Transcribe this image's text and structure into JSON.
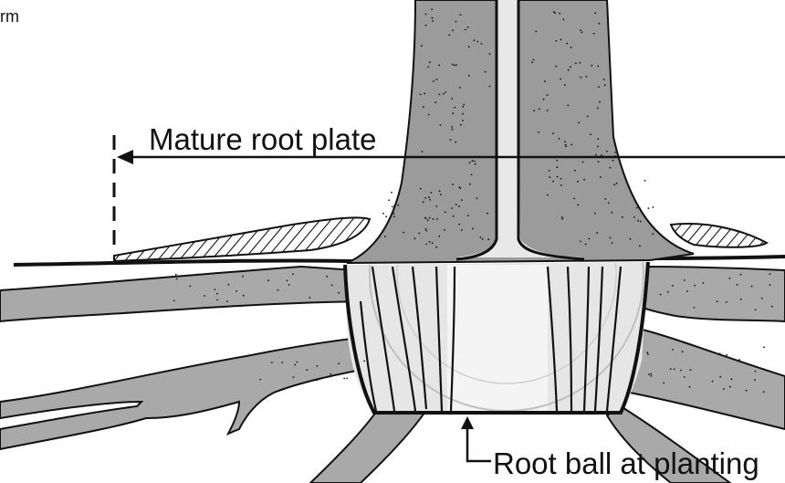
{
  "labels": {
    "corner_fragment": "rm",
    "mature_root_plate": "Mature root plate",
    "root_ball": "Root ball at planting"
  },
  "colors": {
    "ink": "#111111",
    "trunk": "#9b9b9b",
    "root": "#a9a9a9",
    "root_light": "#c4c4c4",
    "rootball_fill": "#e6e6e6",
    "rootball_center": "#f4f4f4",
    "paper": "#ffffff"
  }
}
